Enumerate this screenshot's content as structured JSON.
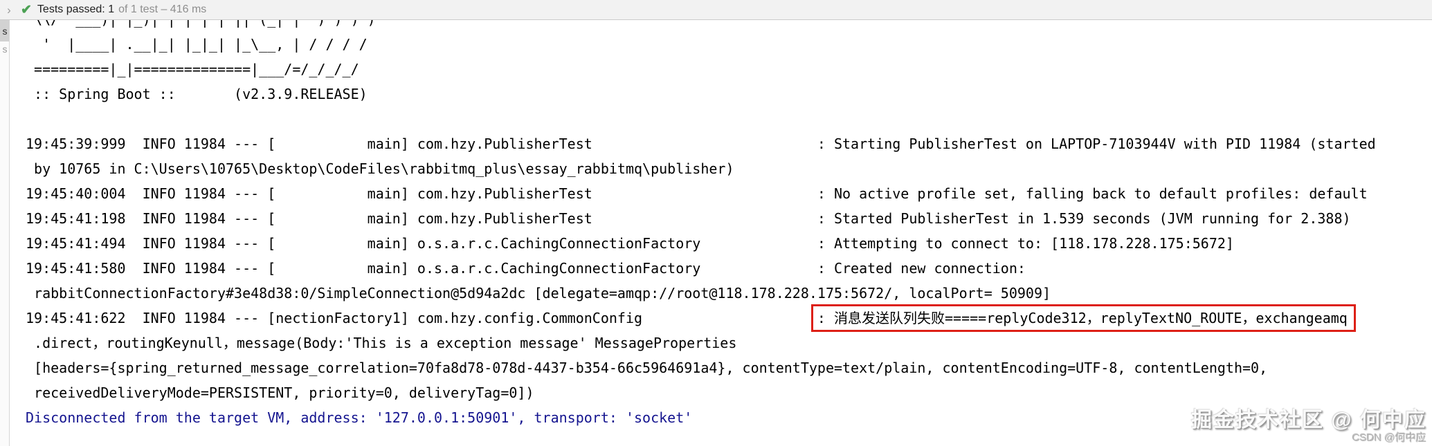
{
  "header": {
    "expander_icon": "›",
    "check_icon": "✔",
    "status_text": "Tests passed: 1",
    "status_detail": "of 1 test – 416 ms"
  },
  "sidebar": {
    "letters": [
      "s",
      "s"
    ]
  },
  "console": {
    "lines": [
      {
        "type": "banner",
        "text": " \\\\/  ___)| |_)| | | | | || (_| |  ) ) ) )"
      },
      {
        "type": "banner",
        "text": "  '  |____| .__|_| |_|_| |_\\__, | / / / /"
      },
      {
        "type": "banner",
        "text": " =========|_|==============|___/=/_/_/_/"
      },
      {
        "type": "banner",
        "text": " :: Spring Boot ::       (v2.3.9.RELEASE)"
      },
      {
        "type": "blank",
        "text": ""
      },
      {
        "type": "log",
        "text": "19:45:39:999  INFO 11984 --- [           main] com.hzy.PublisherTest                           : Starting PublisherTest on LAPTOP-7103944V with PID 11984 (started"
      },
      {
        "type": "log",
        "text": " by 10765 in C:\\Users\\10765\\Desktop\\CodeFiles\\rabbitmq_plus\\essay_rabbitmq\\publisher)"
      },
      {
        "type": "log",
        "text": "19:45:40:004  INFO 11984 --- [           main] com.hzy.PublisherTest                           : No active profile set, falling back to default profiles: default"
      },
      {
        "type": "log",
        "text": "19:45:41:198  INFO 11984 --- [           main] com.hzy.PublisherTest                           : Started PublisherTest in 1.539 seconds (JVM running for 2.388)"
      },
      {
        "type": "log",
        "text": "19:45:41:494  INFO 11984 --- [           main] o.s.a.r.c.CachingConnectionFactory              : Attempting to connect to: [118.178.228.175:5672]"
      },
      {
        "type": "log",
        "text": "19:45:41:580  INFO 11984 --- [           main] o.s.a.r.c.CachingConnectionFactory              : Created new connection:"
      },
      {
        "type": "log",
        "text": " rabbitConnectionFactory#3e48d38:0/SimpleConnection@5d94a2dc [delegate=amqp://root@118.178.228.175:5672/, localPort= 50909]"
      },
      {
        "type": "log",
        "text": "19:45:41:622  INFO 11984 --- [nectionFactory1] com.hzy.config.CommonConfig                     ",
        "boxed": ": 消息发送队列失败=====replyCode312，replyTextNO_ROUTE，exchangeamq"
      },
      {
        "type": "log",
        "text": " .direct，routingKeynull，message(Body:'This is a exception message' MessageProperties"
      },
      {
        "type": "log",
        "text": " [headers={spring_returned_message_correlation=70fa8d78-078d-4437-b354-66c5964691a4}, contentType=text/plain, contentEncoding=UTF-8, contentLength=0,"
      },
      {
        "type": "log",
        "text": " receivedDeliveryMode=PERSISTENT, priority=0, deliveryTag=0])"
      },
      {
        "type": "system",
        "text": "Disconnected from the target VM, address: '127.0.0.1:50901', transport: 'socket'"
      }
    ]
  },
  "watermark": {
    "primary": "掘金技术社区 @ 何中应",
    "secondary": "CSDN @何中应"
  },
  "colors": {
    "check_green": "#4ca154",
    "error_box_red": "#dd2016",
    "system_message_blue": "#14148f",
    "header_bg": "#f2f2f2"
  }
}
